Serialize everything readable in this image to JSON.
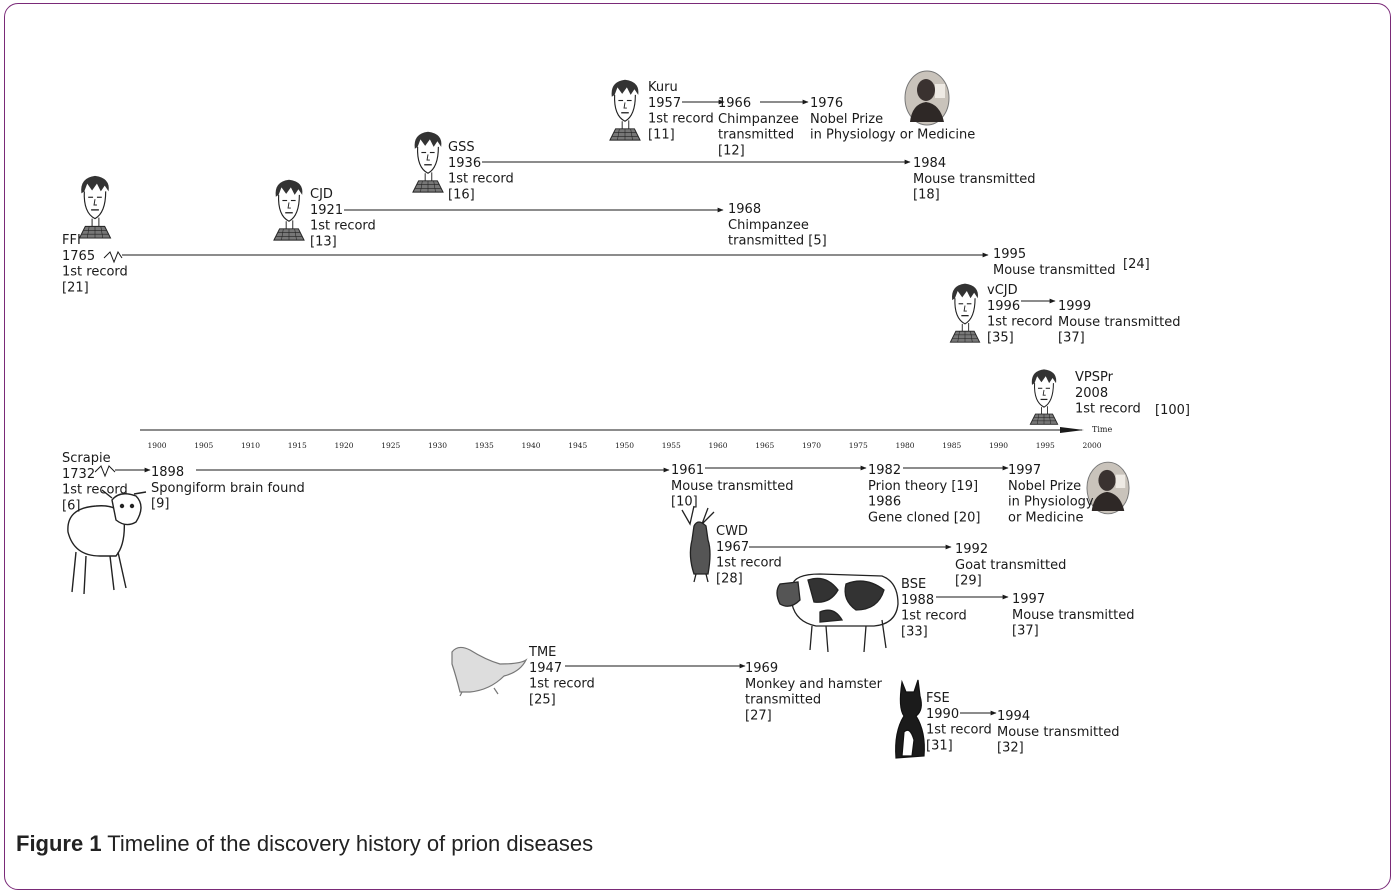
{
  "caption": {
    "label": "Figure 1",
    "text": "Timeline of the discovery history of prion diseases"
  },
  "axis": {
    "ticks": [
      "1900",
      "1905",
      "1910",
      "1915",
      "1920",
      "1925",
      "1930",
      "1935",
      "1940",
      "1945",
      "1950",
      "1955",
      "1960",
      "1965",
      "1970",
      "1975",
      "1980",
      "1985",
      "1990",
      "1995",
      "2000"
    ],
    "title": "Time"
  },
  "human_diseases": [
    {
      "name": "FFI",
      "year": "1765",
      "lines": [
        "1st record",
        "[21]"
      ],
      "events": [
        {
          "lines": [
            "1995",
            "Mouse transmitted"
          ],
          "ref": "[24]"
        }
      ]
    },
    {
      "name": "CJD",
      "year": "1921",
      "lines": [
        "1st record",
        "[13]"
      ],
      "events": [
        {
          "lines": [
            "1968",
            "Chimpanzee",
            "transmitted [5]"
          ]
        }
      ]
    },
    {
      "name": "GSS",
      "year": "1936",
      "lines": [
        "1st record",
        "[16]"
      ],
      "events": [
        {
          "lines": [
            "1984",
            "Mouse transmitted",
            "[18]"
          ]
        }
      ]
    },
    {
      "name": "Kuru",
      "year": "1957",
      "lines": [
        "1st record",
        "[11]"
      ],
      "events": [
        {
          "lines": [
            "1966",
            "Chimpanzee",
            "transmitted",
            "[12]"
          ]
        },
        {
          "lines": [
            "1976",
            "Nobel Prize",
            "in Physiology or Medicine"
          ]
        }
      ]
    },
    {
      "name": "vCJD",
      "year": "1996",
      "lines": [
        "1st record",
        "[35]"
      ],
      "events": [
        {
          "lines": [
            "1999",
            "Mouse transmitted",
            "[37]"
          ]
        }
      ]
    },
    {
      "name": "VPSPr",
      "year": "2008",
      "lines": [
        "1st record"
      ],
      "ref": "[100]"
    }
  ],
  "animal_diseases": [
    {
      "name": "Scrapie",
      "year": "1732",
      "lines": [
        "1st record",
        "[6]"
      ],
      "events": [
        {
          "lines": [
            "1898",
            "Spongiform brain found",
            "[9]"
          ]
        },
        {
          "lines": [
            "1961",
            "Mouse transmitted",
            "[10]"
          ]
        },
        {
          "lines": [
            "1982",
            "Prion theory [19]",
            "1986",
            "Gene cloned [20]"
          ]
        },
        {
          "lines": [
            "1997",
            "Nobel Prize",
            "in Physiology",
            "or Medicine"
          ]
        }
      ]
    },
    {
      "name": "CWD",
      "year": "1967",
      "lines": [
        "1st record",
        "[28]"
      ],
      "events": [
        {
          "lines": [
            "1992",
            "Goat transmitted",
            "[29]"
          ]
        }
      ]
    },
    {
      "name": "BSE",
      "year": "1988",
      "lines": [
        "1st record",
        "[33]"
      ],
      "events": [
        {
          "lines": [
            "1997",
            "Mouse transmitted",
            "[37]"
          ]
        }
      ]
    },
    {
      "name": "TME",
      "year": "1947",
      "lines": [
        "1st record",
        "[25]"
      ],
      "events": [
        {
          "lines": [
            "1969",
            "Monkey and hamster",
            "transmitted",
            "[27]"
          ]
        }
      ]
    },
    {
      "name": "FSE",
      "year": "1990",
      "lines": [
        "1st record",
        "[31]"
      ],
      "events": [
        {
          "lines": [
            "1994",
            "Mouse transmitted",
            "[32]"
          ]
        }
      ]
    }
  ],
  "illustrations": {
    "human_face": "human-face-sketch",
    "portrait": "nobel-laureate-portrait",
    "sheep": "sheep-drawing",
    "deer": "deer-drawing",
    "cow": "cow-drawing",
    "mink": "mink-drawing",
    "cat": "cat-drawing"
  },
  "colors": {
    "border": "#7a2a78",
    "ink": "#1a1a1a"
  }
}
